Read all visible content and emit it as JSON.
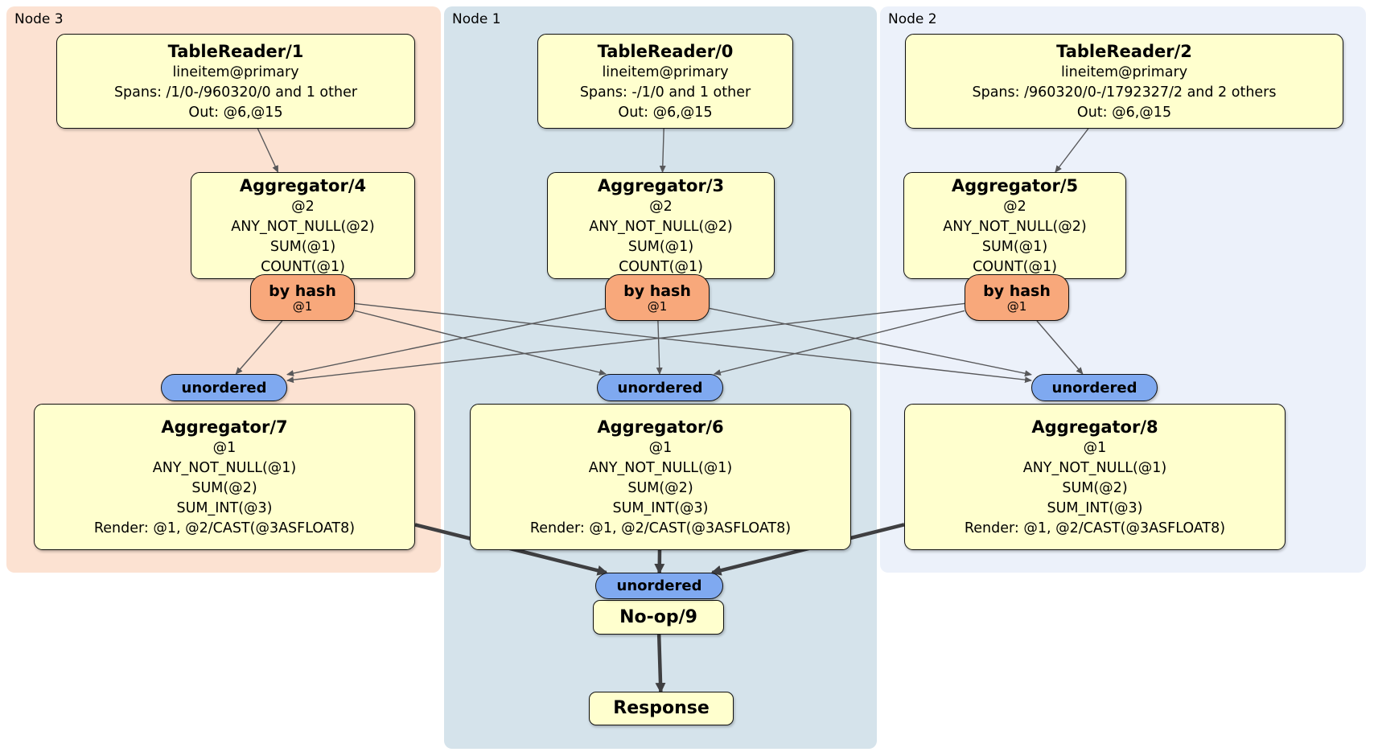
{
  "regions": [
    {
      "id": "node3",
      "label": "Node 3"
    },
    {
      "id": "node1",
      "label": "Node 1"
    },
    {
      "id": "node2",
      "label": "Node 2"
    }
  ],
  "processors": {
    "tablereader1": {
      "title": "TableReader/1",
      "lines": [
        "lineitem@primary",
        "Spans: /1/0-/960320/0 and 1 other",
        "Out: @6,@15"
      ]
    },
    "tablereader0": {
      "title": "TableReader/0",
      "lines": [
        "lineitem@primary",
        "Spans: -/1/0 and 1 other",
        "Out: @6,@15"
      ]
    },
    "tablereader2": {
      "title": "TableReader/2",
      "lines": [
        "lineitem@primary",
        "Spans: /960320/0-/1792327/2 and 2 others",
        "Out: @6,@15"
      ]
    },
    "aggregator4": {
      "title": "Aggregator/4",
      "lines": [
        "@2",
        "ANY_NOT_NULL(@2)",
        "SUM(@1)",
        "COUNT(@1)"
      ]
    },
    "aggregator3": {
      "title": "Aggregator/3",
      "lines": [
        "@2",
        "ANY_NOT_NULL(@2)",
        "SUM(@1)",
        "COUNT(@1)"
      ]
    },
    "aggregator5": {
      "title": "Aggregator/5",
      "lines": [
        "@2",
        "ANY_NOT_NULL(@2)",
        "SUM(@1)",
        "COUNT(@1)"
      ]
    },
    "aggregator7": {
      "title": "Aggregator/7",
      "lines": [
        "@1",
        "ANY_NOT_NULL(@1)",
        "SUM(@2)",
        "SUM_INT(@3)",
        "Render: @1, @2/CAST(@3ASFLOAT8)"
      ]
    },
    "aggregator6": {
      "title": "Aggregator/6",
      "lines": [
        "@1",
        "ANY_NOT_NULL(@1)",
        "SUM(@2)",
        "SUM_INT(@3)",
        "Render: @1, @2/CAST(@3ASFLOAT8)"
      ]
    },
    "aggregator8": {
      "title": "Aggregator/8",
      "lines": [
        "@1",
        "ANY_NOT_NULL(@1)",
        "SUM(@2)",
        "SUM_INT(@3)",
        "Render: @1, @2/CAST(@3ASFLOAT8)"
      ]
    },
    "noop9": {
      "title": "No-op/9"
    },
    "response": {
      "title": "Response"
    }
  },
  "router": {
    "label": "by hash",
    "detail": "@1"
  },
  "stream": {
    "label": "unordered"
  },
  "colors": {
    "node3-bg": "#fce2d2",
    "node1-bg": "#d5e3eb",
    "node2-bg": "#ecf1fa",
    "box-fill": "#ffffce",
    "box-border": "#101010",
    "router-fill": "#f8a87b",
    "stream-fill": "#7fa9f0",
    "edge-thin": "#58585a",
    "edge-thick": "#3f3f41"
  },
  "edges": [
    {
      "from": "box-tablereader1",
      "to": "box-aggregator4",
      "kind": "thin"
    },
    {
      "from": "box-tablereader0",
      "to": "box-aggregator3",
      "kind": "thin"
    },
    {
      "from": "box-tablereader2",
      "to": "box-aggregator5",
      "kind": "thin"
    },
    {
      "from": "router-hash-node3",
      "to": "sync-unordered-left",
      "kind": "thin"
    },
    {
      "from": "router-hash-node3",
      "to": "sync-unordered-mid",
      "kind": "thin"
    },
    {
      "from": "router-hash-node3",
      "to": "sync-unordered-right",
      "kind": "thin"
    },
    {
      "from": "router-hash-node1",
      "to": "sync-unordered-left",
      "kind": "thin"
    },
    {
      "from": "router-hash-node1",
      "to": "sync-unordered-mid",
      "kind": "thin"
    },
    {
      "from": "router-hash-node1",
      "to": "sync-unordered-right",
      "kind": "thin"
    },
    {
      "from": "router-hash-node2",
      "to": "sync-unordered-left",
      "kind": "thin"
    },
    {
      "from": "router-hash-node2",
      "to": "sync-unordered-mid",
      "kind": "thin"
    },
    {
      "from": "router-hash-node2",
      "to": "sync-unordered-right",
      "kind": "thin"
    },
    {
      "from": "box-aggregator7",
      "to": "sync-unordered-final",
      "kind": "thick"
    },
    {
      "from": "box-aggregator6",
      "to": "sync-unordered-final",
      "kind": "thick"
    },
    {
      "from": "box-aggregator8",
      "to": "sync-unordered-final",
      "kind": "thick"
    },
    {
      "from": "box-noop9",
      "to": "box-response",
      "kind": "thick"
    }
  ]
}
